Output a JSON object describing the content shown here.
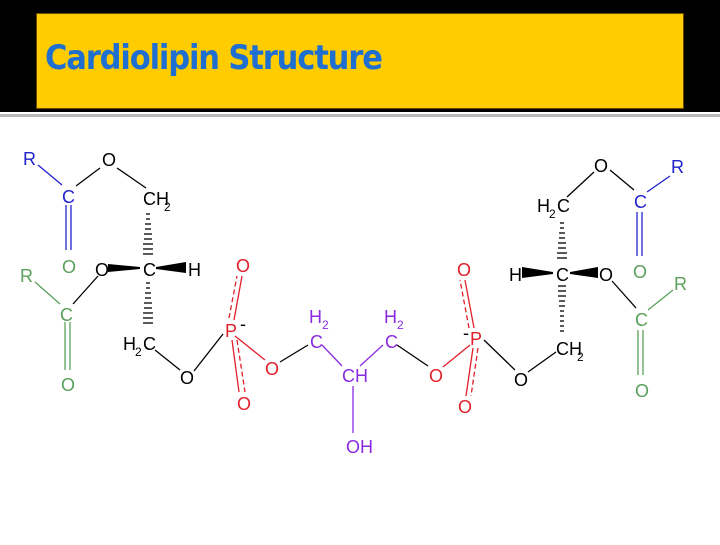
{
  "slide": {
    "title": "Cardiolipin Structure",
    "colors": {
      "band": "#000000",
      "title_box": "#ffcc00",
      "title_text": "#1f6fd0",
      "acyl_blue": "#2222cc",
      "acyl_green": "#5aa05a",
      "phosphate_red": "#e0202a",
      "glycerol_purple": "#8a2be2",
      "backbone_black": "#000000"
    }
  },
  "diagram": {
    "name": "cardiolipin",
    "left_glycerol": {
      "acyl1": {
        "R": "R",
        "C": "C",
        "O_carbonyl": "O",
        "O_ester": "O"
      },
      "ch2_top": "CH",
      "ch2_top_sub": "2",
      "chiral_C": "C",
      "chiral_H": "H",
      "acyl2": {
        "R": "R",
        "C": "C",
        "O_carbonyl": "O",
        "O_ester": "O"
      },
      "ch2_bottom": "H",
      "ch2_bottom_sub": "2",
      "ch2_bottom_c": "C",
      "O_link": "O"
    },
    "left_phosphate": {
      "P": "P",
      "charge": "-",
      "O_top": "O",
      "O_bottom": "O",
      "O_right": "O"
    },
    "central_glycerol": {
      "c1": "C",
      "c1_H": "H",
      "c1_sub": "2",
      "ch": "CH",
      "c3": "C",
      "c3_H": "H",
      "c3_sub": "2",
      "oh": "OH"
    },
    "right_phosphate": {
      "P": "P",
      "charge": "-",
      "O_top": "O",
      "O_bottom": "O",
      "O_left": "O"
    },
    "right_glycerol": {
      "ch2_top_H": "H",
      "ch2_top_sub": "2",
      "ch2_top_c": "C",
      "acyl1": {
        "R": "R",
        "C": "C",
        "O_carbonyl": "O",
        "O_ester": "O"
      },
      "chiral_C": "C",
      "chiral_H": "H",
      "acyl2": {
        "R": "R",
        "C": "C",
        "O_carbonyl": "O",
        "O_ester": "O"
      },
      "ch2_bottom": "CH",
      "ch2_bottom_sub": "2",
      "O_link": "O"
    }
  }
}
